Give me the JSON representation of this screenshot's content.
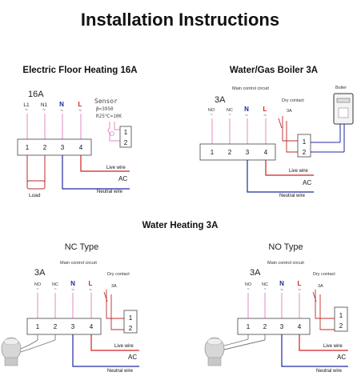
{
  "title": "Installation Instructions",
  "colors": {
    "pink": "#e48ac6",
    "blue": "#1f2aa0",
    "red": "#d02020",
    "grey": "#333333"
  },
  "floor": {
    "heading": "Electric Floor Heating 16A",
    "amps": "16A",
    "terminals": [
      "1",
      "2",
      "3",
      "4"
    ],
    "inputs": {
      "l1": "L1",
      "n1": "N1",
      "n": "N",
      "l": "L"
    },
    "tilde": "~",
    "sensor_title": "Sensor",
    "sensor_beta": "β=3950",
    "sensor_r": "R25℃=10K",
    "sensor_terms": [
      "1",
      "2"
    ],
    "load": "Load",
    "live_wire": "Live wire",
    "ac": "AC",
    "neutral_wire": "Neutral wire"
  },
  "boiler": {
    "heading": "Water/Gas Boiler 3A",
    "amps": "3A",
    "main_control": "Main control circuit",
    "dry_contact": "Dry contact",
    "dry_amps": "3A",
    "boiler": "Boiler",
    "terminals": [
      "1",
      "2",
      "3",
      "4"
    ],
    "inputs": {
      "no": "NO",
      "nc": "NC",
      "n": "N",
      "l": "L"
    },
    "tilde": "~",
    "dry_terms": [
      "1",
      "2"
    ],
    "live_wire": "Live wire",
    "ac": "AC",
    "neutral_wire": "Neutral wire"
  },
  "water": {
    "heading": "Water Heating 3A",
    "nc": {
      "heading": "NC Type",
      "amps": "3A",
      "main_control": "Main control circuit",
      "dry_contact": "Dry contact",
      "dry_amps": "3A",
      "terminals": [
        "1",
        "2",
        "3",
        "4"
      ],
      "inputs": {
        "no": "NO",
        "nc": "NC",
        "n": "N",
        "l": "L"
      },
      "tilde": "~",
      "dry_terms": [
        "1",
        "2"
      ],
      "live_wire": "Live wire",
      "ac": "AC",
      "neutral_wire": "Neutral wire"
    },
    "no": {
      "heading": "NO Type",
      "amps": "3A",
      "main_control": "Main control circuit",
      "dry_contact": "Dry contact",
      "dry_amps": "3A",
      "terminals": [
        "1",
        "2",
        "3",
        "4"
      ],
      "inputs": {
        "no": "NO",
        "nc": "NC",
        "n": "N",
        "l": "L"
      },
      "tilde": "~",
      "dry_terms": [
        "1",
        "2"
      ],
      "live_wire": "Live wire",
      "ac": "AC",
      "neutral_wire": "Neutral wire"
    }
  }
}
